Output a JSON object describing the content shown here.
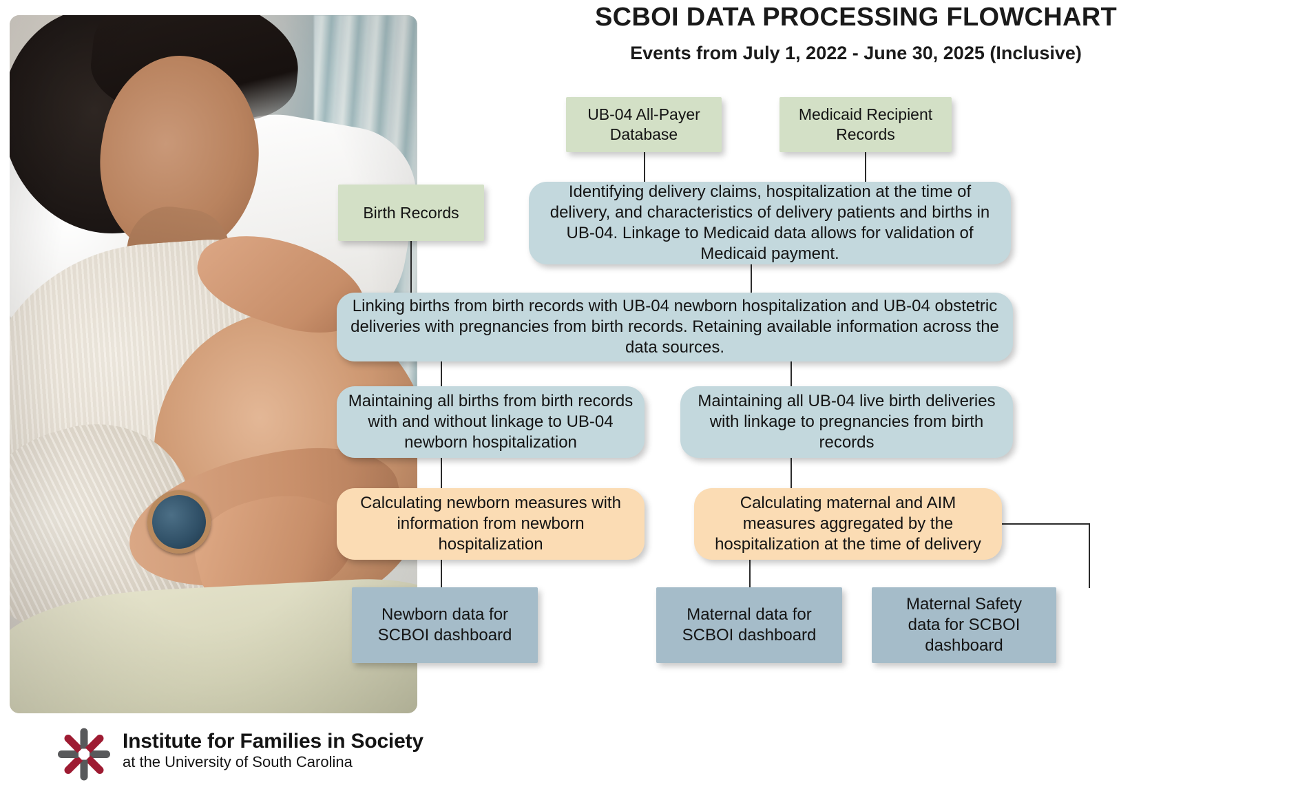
{
  "header": {
    "title": "SCBOI DATA PROCESSING FLOWCHART",
    "subtitle": "Events from July 1, 2022 - June 30, 2025 (Inclusive)"
  },
  "logo": {
    "line1": "Institute for Families in Society",
    "line2": "at the University of South Carolina",
    "colors": {
      "crimson": "#9e1b32",
      "gray": "#58595b"
    }
  },
  "palette": {
    "source_green": "#d3e0c6",
    "process_blue": "#c3d8dd",
    "calc_orange": "#fbdcb4",
    "output_slate": "#a5bcc9",
    "connector": "#2b2b2b"
  },
  "nodes": {
    "ub04_database": "UB-04 All-Payer\nDatabase",
    "medicaid_records": "Medicaid Recipient\nRecords",
    "birth_records": "Birth Records",
    "identify_claims": "Identifying delivery claims, hospitalization at the time of delivery, and characteristics of delivery patients and births in UB-04. Linkage to Medicaid data allows for validation of Medicaid payment.",
    "linking_births": "Linking births from birth records with UB-04 newborn hospitalization and UB-04 obstetric deliveries with pregnancies from birth records. Retaining available information across the data sources.",
    "maintain_births": "Maintaining all births from birth records with and without linkage to UB-04 newborn hospitalization",
    "maintain_ub04": "Maintaining all UB-04 live birth deliveries with linkage to pregnancies from birth records",
    "calc_newborn": "Calculating newborn measures with information from newborn hospitalization",
    "calc_maternal": "Calculating maternal and AIM measures aggregated by the hospitalization at the time of delivery",
    "out_newborn": "Newborn data for\nSCBOI dashboard",
    "out_maternal": "Maternal data for\nSCBOI dashboard",
    "out_safety": "Maternal Safety\ndata for SCBOI\ndashboard"
  },
  "image": {
    "alt": "Smiling pregnant woman resting hands on her belly"
  }
}
